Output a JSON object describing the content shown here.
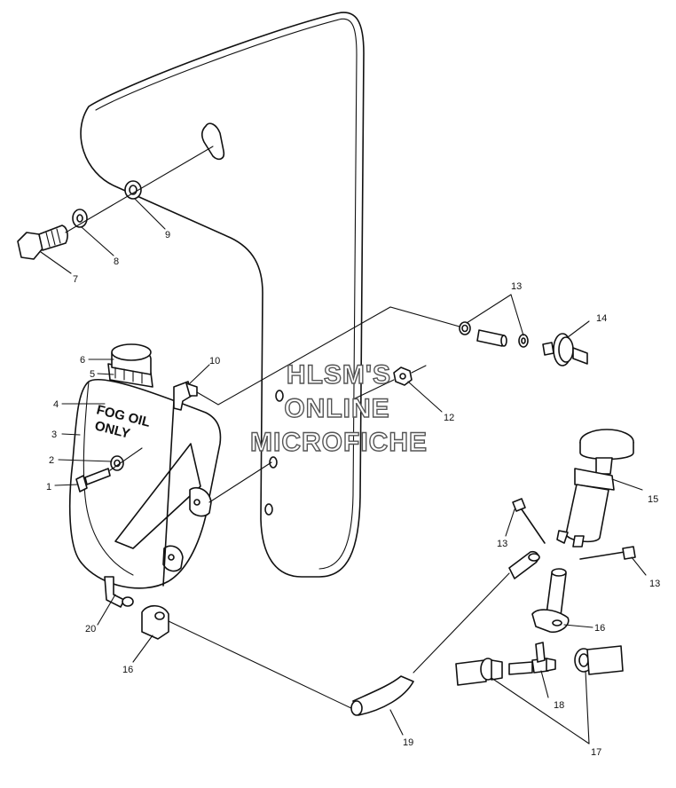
{
  "tank_label": {
    "line1": "FOG OIL",
    "line2": "ONLY"
  },
  "watermark": {
    "line1": "HLSM'S",
    "line2": "ONLINE",
    "line3": "MICROFICHE"
  },
  "callouts": [
    {
      "id": "c1",
      "text": "1"
    },
    {
      "id": "c2",
      "text": "2"
    },
    {
      "id": "c3",
      "text": "3"
    },
    {
      "id": "c4",
      "text": "4"
    },
    {
      "id": "c5",
      "text": "5"
    },
    {
      "id": "c6",
      "text": "6"
    },
    {
      "id": "c7",
      "text": "7"
    },
    {
      "id": "c8",
      "text": "8"
    },
    {
      "id": "c9",
      "text": "9"
    },
    {
      "id": "c10",
      "text": "10"
    },
    {
      "id": "c12",
      "text": "12"
    },
    {
      "id": "c13a",
      "text": "13"
    },
    {
      "id": "c13b",
      "text": "13"
    },
    {
      "id": "c13c",
      "text": "13"
    },
    {
      "id": "c14",
      "text": "14"
    },
    {
      "id": "c15",
      "text": "15"
    },
    {
      "id": "c16a",
      "text": "16"
    },
    {
      "id": "c16b",
      "text": "16"
    },
    {
      "id": "c17",
      "text": "17"
    },
    {
      "id": "c18",
      "text": "18"
    },
    {
      "id": "c19",
      "text": "19"
    },
    {
      "id": "c20",
      "text": "20"
    }
  ]
}
